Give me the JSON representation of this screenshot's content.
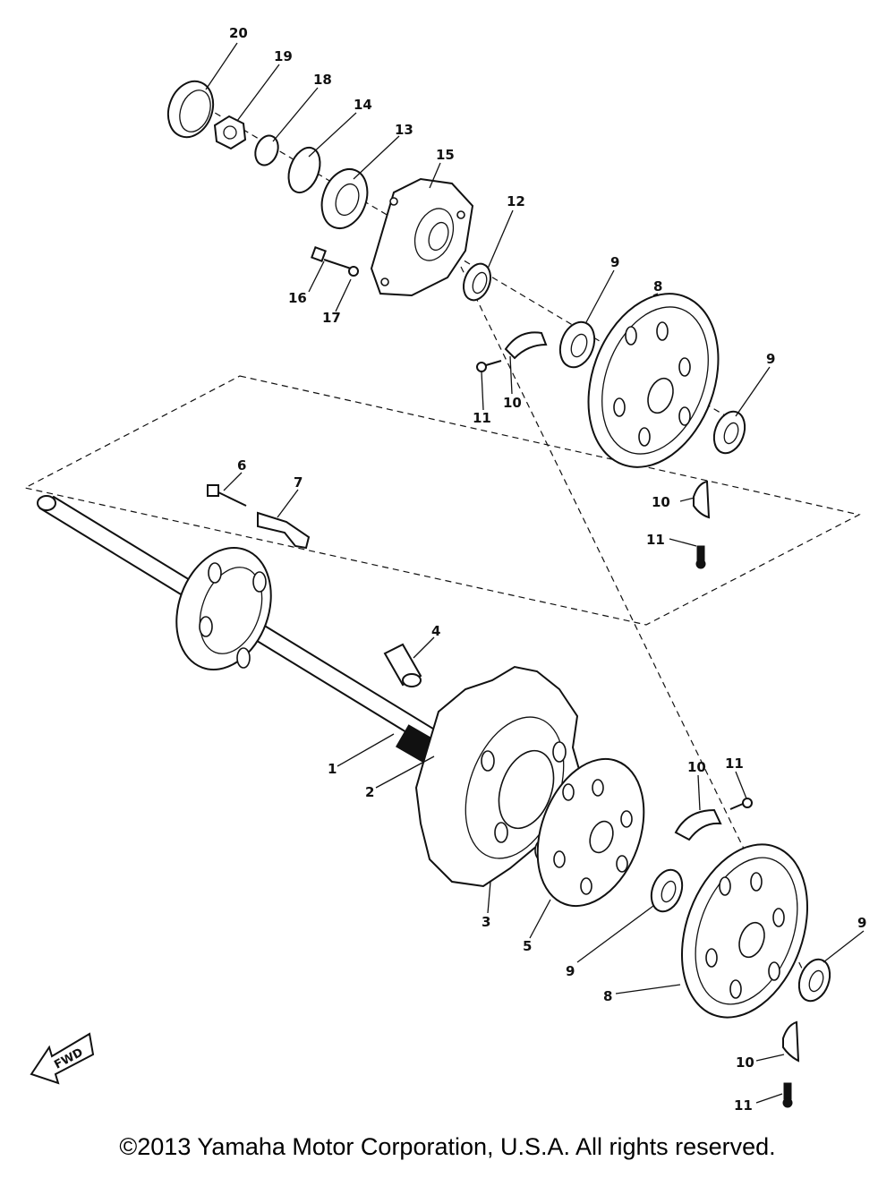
{
  "callouts": {
    "c1": "1",
    "c2": "2",
    "c3": "3",
    "c4": "4",
    "c5": "5",
    "c6": "6",
    "c7": "7",
    "c8a": "8",
    "c8b": "8",
    "c9a": "9",
    "c9b": "9",
    "c9c": "9",
    "c9d": "9",
    "c10a": "10",
    "c10b": "10",
    "c10c": "10",
    "c10d": "10",
    "c11a": "11",
    "c11b": "11",
    "c11c": "11",
    "c11d": "11",
    "c12": "12",
    "c13": "13",
    "c14": "14",
    "c15": "15",
    "c16": "16",
    "c17": "17",
    "c18": "18",
    "c19": "19",
    "c20": "20"
  },
  "fwd_label": "FWD",
  "copyright": "©2013 Yamaha Motor Corporation, U.S.A. All rights reserved."
}
